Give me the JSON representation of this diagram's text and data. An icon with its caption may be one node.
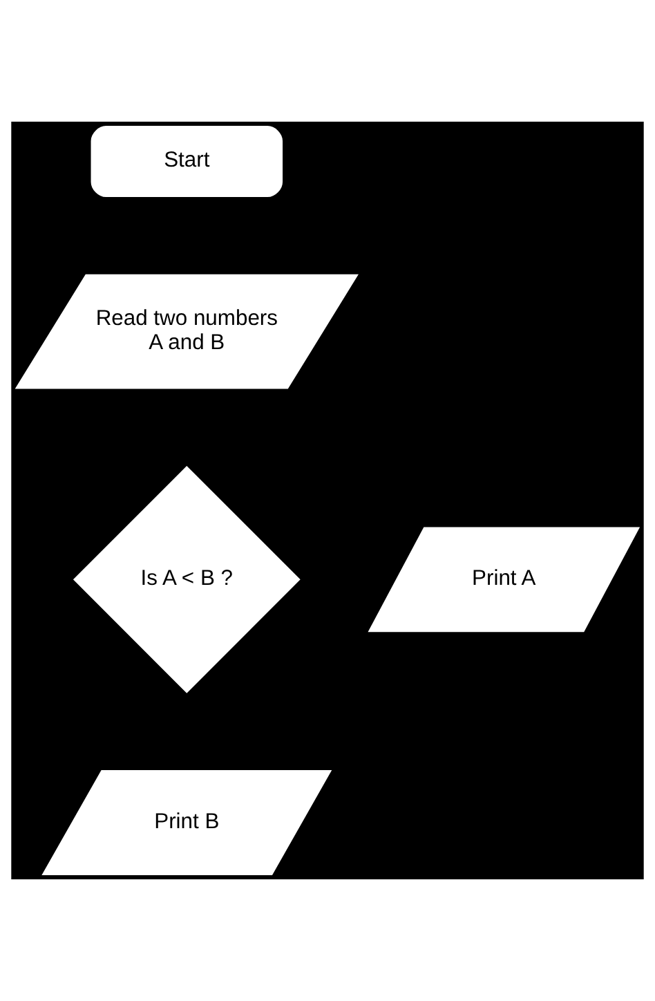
{
  "diagram": {
    "nodes": [
      {
        "text": [
          "Start"
        ]
      },
      {
        "text": [
          "Read two numbers A and B"
        ]
      },
      {
        "text": [
          "Is A < B ?"
        ]
      },
      {
        "text": [
          "Print A"
        ]
      },
      {
        "text": [
          "Print B"
        ]
      }
    ],
    "edges": []
  }
}
